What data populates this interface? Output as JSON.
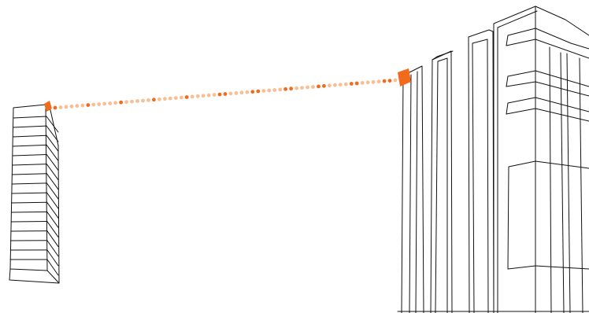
{
  "diagram": {
    "kind": "point-to-point wireless link between two buildings",
    "labels": []
  },
  "nodes": [
    {
      "id": "left-tower",
      "type": "building",
      "antenna": "left-antenna"
    },
    {
      "id": "right-building",
      "type": "building",
      "antenna": "right-antenna"
    }
  ],
  "link": {
    "from": "left-antenna",
    "to": "right-antenna",
    "style": "dotted",
    "colors": {
      "dark": "#f26b1d",
      "light": "#f8bf94"
    }
  },
  "colors": {
    "antenna": "#f26b1d",
    "outline": "#111111",
    "background": "#ffffff"
  }
}
